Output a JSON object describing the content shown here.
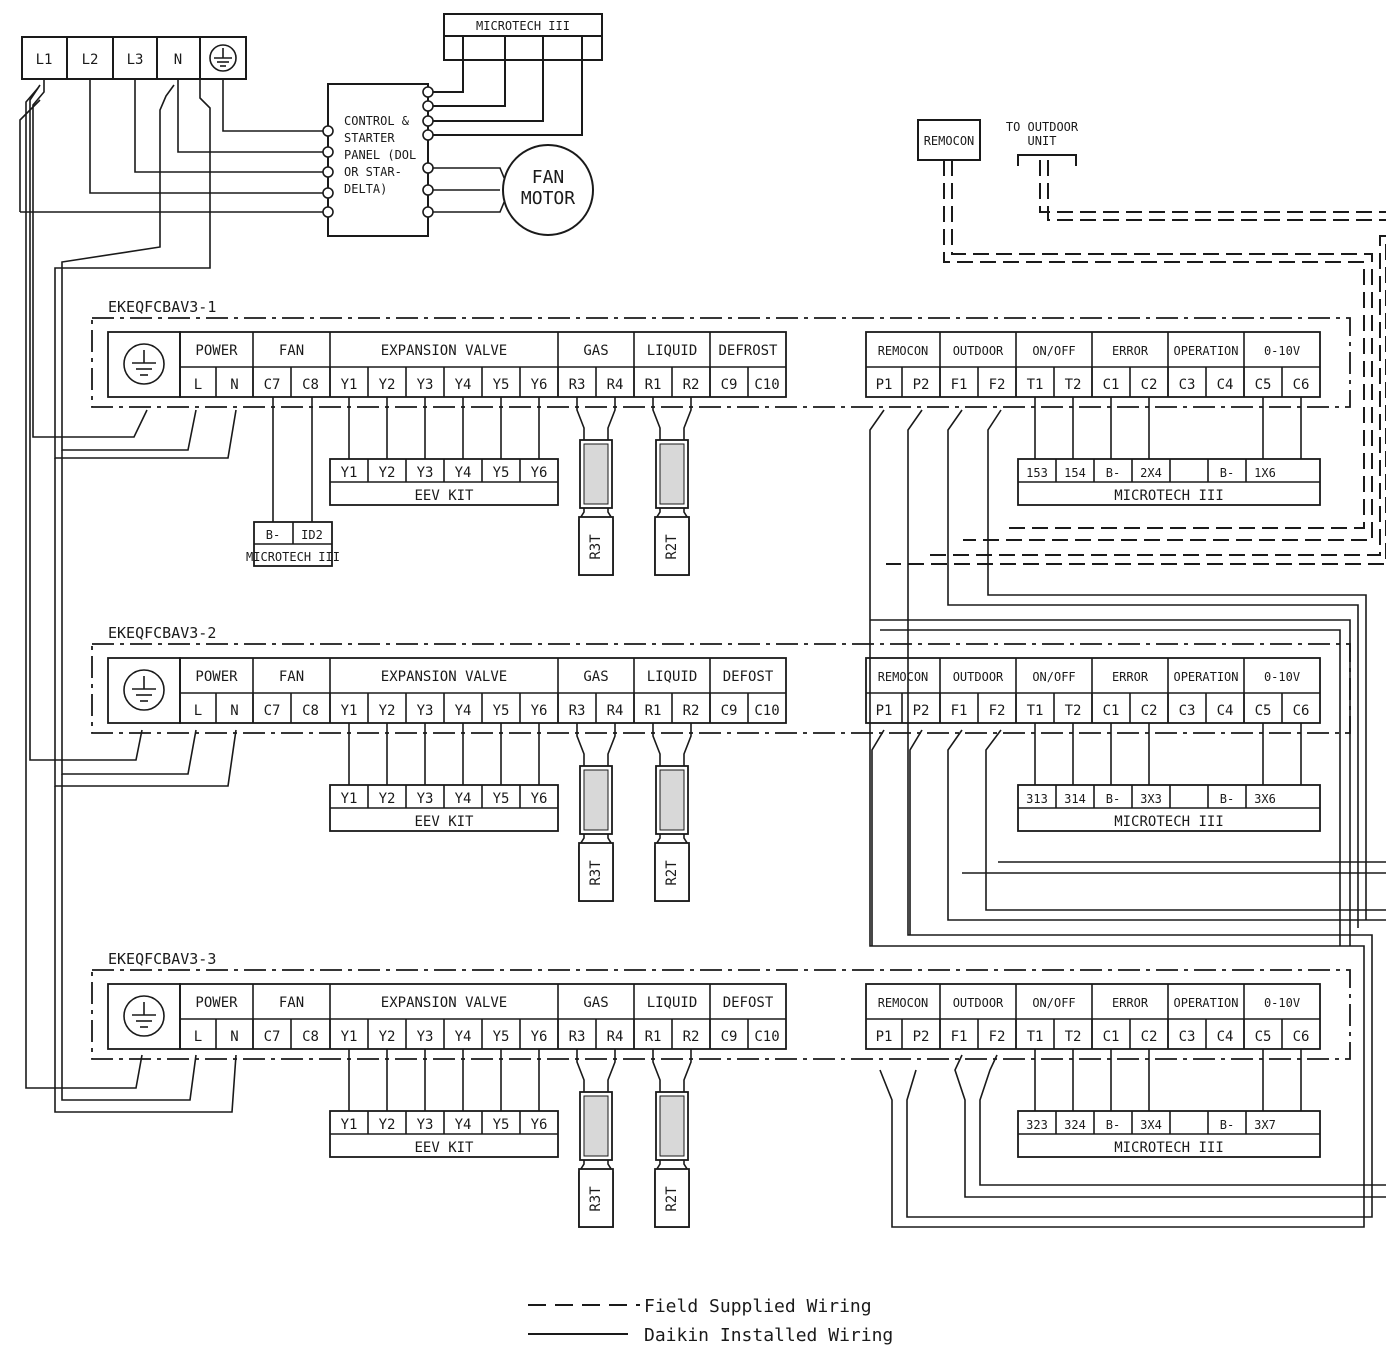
{
  "supply": {
    "terminals": [
      "L1",
      "L2",
      "L3",
      "N"
    ]
  },
  "panel": {
    "lines": [
      "CONTROL &",
      "STARTER",
      "PANEL (DOL",
      "OR STAR-",
      "DELTA)"
    ]
  },
  "microtech_top": "MICROTECH III",
  "fan_motor": [
    "FAN",
    "MOTOR"
  ],
  "remocon_box": "REMOCON",
  "outdoor_unit": [
    "TO OUTDOOR",
    "UNIT"
  ],
  "units": [
    {
      "title": "EKEQFCBAV3-1",
      "defrost_label": "DEFROST",
      "b_terms": [
        "153",
        "154",
        "B-",
        "2X4",
        "",
        "B-",
        "1X6"
      ],
      "fan_microtech": {
        "terms": [
          "B-",
          "ID2"
        ],
        "label": "MICROTECH III"
      }
    },
    {
      "title": "EKEQFCBAV3-2",
      "defrost_label": "DEFOST",
      "b_terms": [
        "313",
        "314",
        "B-",
        "3X3",
        "",
        "B-",
        "3X6"
      ]
    },
    {
      "title": "EKEQFCBAV3-3",
      "defrost_label": "DEFOST",
      "b_terms": [
        "323",
        "324",
        "B-",
        "3X4",
        "",
        "B-",
        "3X7"
      ]
    }
  ],
  "block_a": {
    "headers": [
      "POWER",
      "FAN",
      "EXPANSION VALVE",
      "GAS",
      "LIQUID"
    ],
    "terminals": [
      "L",
      "N",
      "C7",
      "C8",
      "Y1",
      "Y2",
      "Y3",
      "Y4",
      "Y5",
      "Y6",
      "R3",
      "R4",
      "R1",
      "R2",
      "C9",
      "C10"
    ]
  },
  "block_b": {
    "headers": [
      "REMOCON",
      "OUTDOOR",
      "ON/OFF",
      "ERROR",
      "OPERATION",
      "0-10V"
    ],
    "terminals": [
      "P1",
      "P2",
      "F1",
      "F2",
      "T1",
      "T2",
      "C1",
      "C2",
      "C3",
      "C4",
      "C5",
      "C6"
    ]
  },
  "eev_kit": {
    "terms": [
      "Y1",
      "Y2",
      "Y3",
      "Y4",
      "Y5",
      "Y6"
    ],
    "label": "EEV KIT"
  },
  "sensors": [
    "R3T",
    "R2T"
  ],
  "microtech_label": "MICROTECH III",
  "legend": {
    "field": "Field Supplied Wiring",
    "daikin": "Daikin Installed Wiring"
  }
}
